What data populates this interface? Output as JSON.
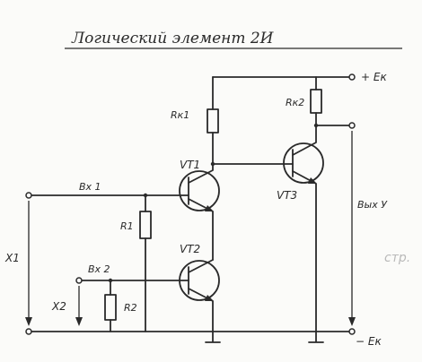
{
  "title": "Логический элемент 2И",
  "labels": {
    "vcc": "+ Eк",
    "gnd": "− Eк",
    "rk1": "Rк1",
    "rk2": "Rк2",
    "r1": "R1",
    "r2": "R2",
    "vt1": "VT1",
    "vt2": "VT2",
    "vt3": "VT3",
    "in1": "Вх 1",
    "in2": "Вх 2",
    "out": "Вых У",
    "x1": "X1",
    "x2": "X2",
    "margin_note": "стр."
  }
}
